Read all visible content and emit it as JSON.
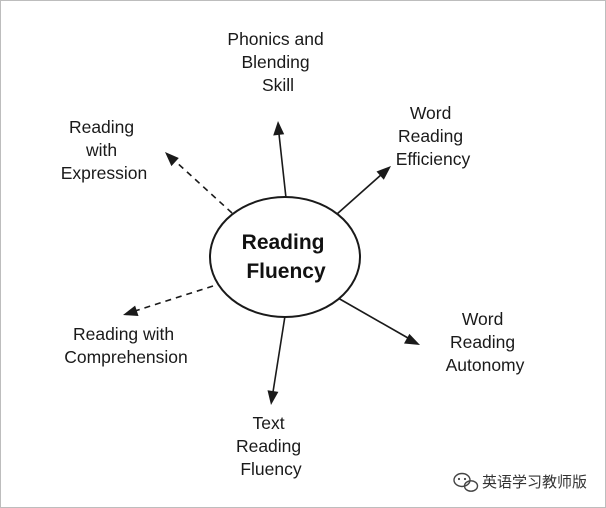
{
  "center": {
    "lines": [
      "Reading",
      "Fluency"
    ]
  },
  "nodes": [
    {
      "id": "phonics",
      "lines": [
        "Phonics and",
        "Blending",
        "Skill"
      ],
      "style": "solid"
    },
    {
      "id": "word-efficiency",
      "lines": [
        "Word",
        "Reading",
        "Efficiency"
      ],
      "style": "solid"
    },
    {
      "id": "word-autonomy",
      "lines": [
        "Word",
        "Reading",
        "Autonomy"
      ],
      "style": "solid"
    },
    {
      "id": "text-fluency",
      "lines": [
        "Text",
        "Reading",
        "Fluency"
      ],
      "style": "solid"
    },
    {
      "id": "comprehension",
      "lines": [
        "Reading with",
        "Comprehension"
      ],
      "style": "dashed"
    },
    {
      "id": "expression",
      "lines": [
        "Reading",
        "with",
        "Expression"
      ],
      "style": "dashed"
    }
  ],
  "watermark": {
    "text": "英语学习教师版",
    "icon": "wechat-icon"
  },
  "colors": {
    "ink": "#1a1a1a",
    "frame": "#bdbdbd"
  }
}
